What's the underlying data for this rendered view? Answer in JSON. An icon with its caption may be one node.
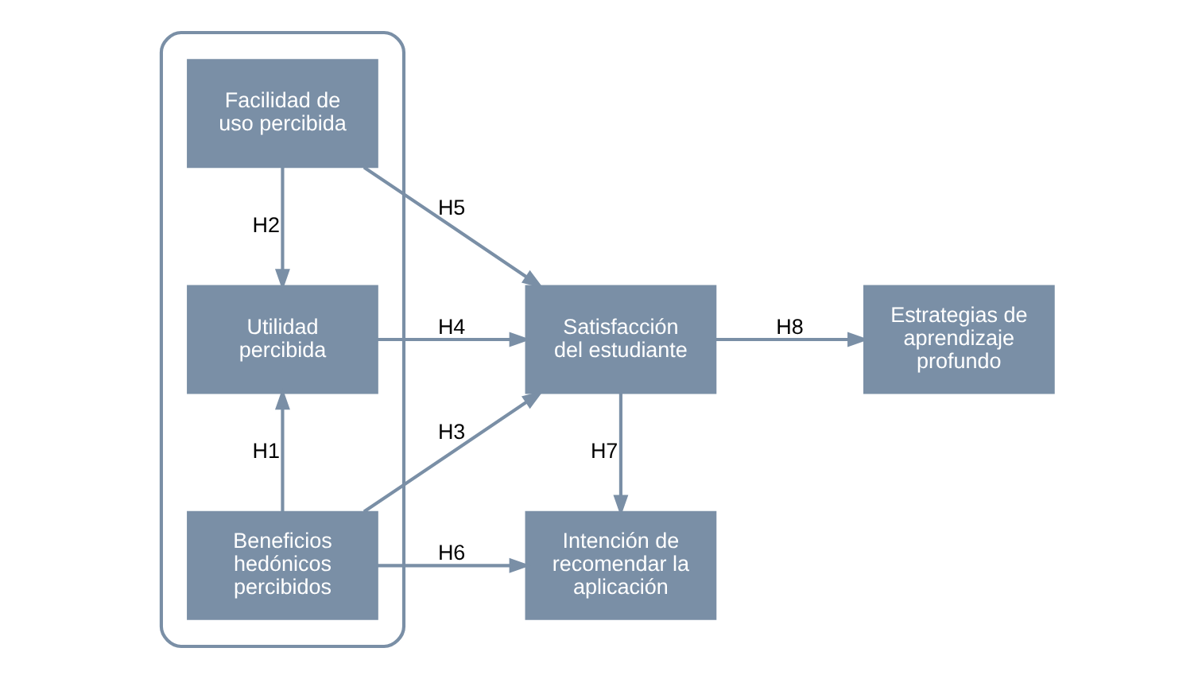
{
  "diagram": {
    "nodes": [
      {
        "text": [],
        "shape": "box"
      },
      {
        "text": [
          "Beneficios hedónicos percibidos"
        ],
        "in": 0
      },
      {
        "text": [
          "Utilidad percibida"
        ],
        "in": 0
      },
      {
        "text": [
          "Facilidad de uso percibida"
        ],
        "in": 0
      },
      {
        "text": [
          "Intención de recomendar la aplicación"
        ]
      },
      {
        "text": [
          "Satisfacción del estudiante"
        ]
      },
      {
        "text": [
          "Estrategias de aprendizaje profundo"
        ]
      }
    ],
    "edges": [
      {
        "from": 1,
        "to": 2,
        "arrow": "to",
        "label": "H1"
      },
      {
        "from": 3,
        "to": 2,
        "arrow": "to",
        "label": "H2"
      },
      {
        "from": 1,
        "to": 5,
        "arrow": "to",
        "label": "H3"
      },
      {
        "from": 2,
        "to": 5,
        "arrow": "to",
        "label": "H4"
      },
      {
        "from": 3,
        "to": 5,
        "arrow": "to",
        "label": "H5"
      },
      {
        "from": 1,
        "to": 4,
        "arrow": "to",
        "label": "H6"
      },
      {
        "from": 5,
        "to": 4,
        "arrow": "to",
        "label": "H7"
      },
      {
        "from": 5,
        "to": 6,
        "arrow": "to",
        "label": "H8"
      }
    ]
  }
}
